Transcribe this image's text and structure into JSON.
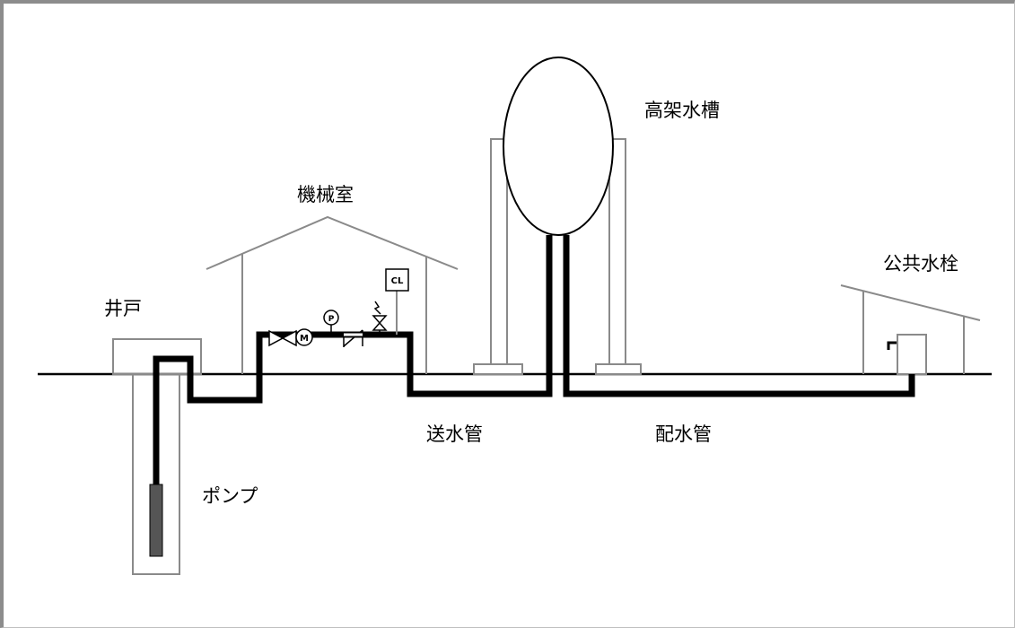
{
  "labels": {
    "well": "井戸",
    "machine_room": "機械室",
    "elevated_tank": "高架水槽",
    "public_hydrant": "公共水栓",
    "pump": "ポンプ",
    "transmission_pipe": "送水管",
    "distribution_pipe": "配水管",
    "chlorinator": "CL",
    "motor": "M",
    "pressure_gauge": "P"
  },
  "colors": {
    "pipe": "#000000",
    "structure": "#8a8a8a",
    "frame": "#8c8c8c"
  }
}
